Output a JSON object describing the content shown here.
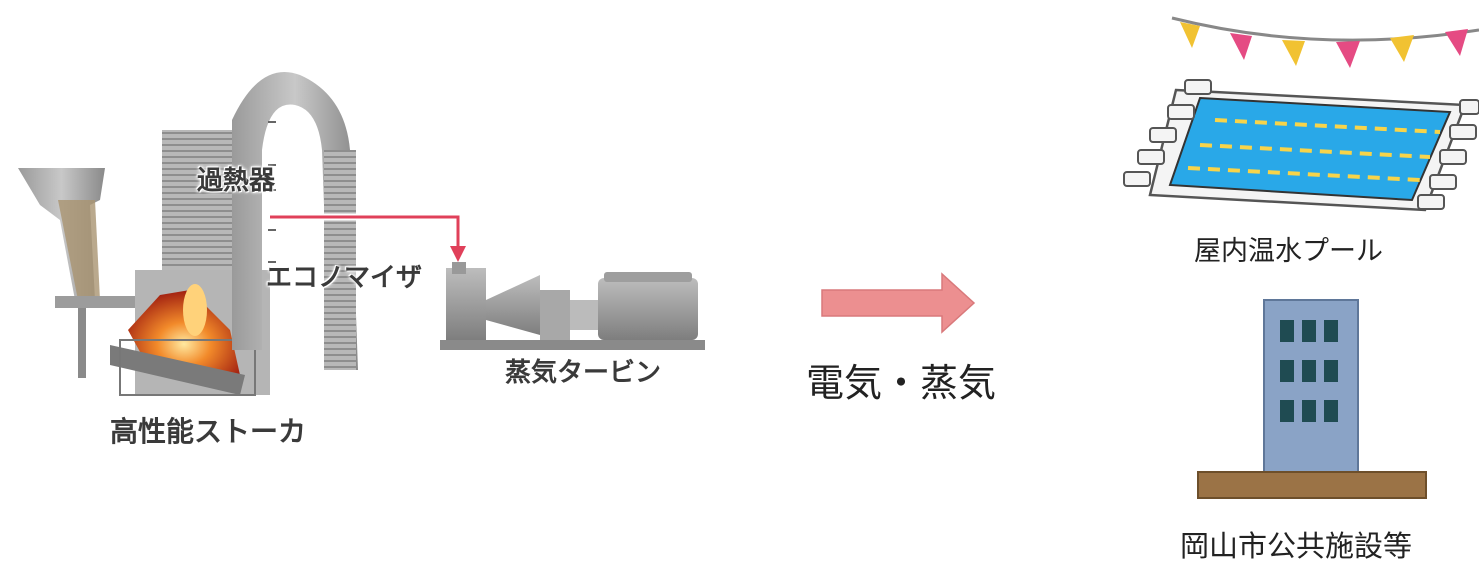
{
  "labels": {
    "superheater": "過熱器",
    "economizer": "エコノマイザ",
    "stoker": "高性能ストーカ",
    "turbine": "蒸気タービン",
    "output": "電気・蒸気",
    "pool": "屋内温水プール",
    "facilities": "岡山市公共施設等"
  },
  "colors": {
    "steam_line": "#e0405a",
    "arrow_fill": "#ec8f90",
    "pool_water": "#29a8e8",
    "building": "#8aa3c6",
    "ground": "#9b7346"
  }
}
